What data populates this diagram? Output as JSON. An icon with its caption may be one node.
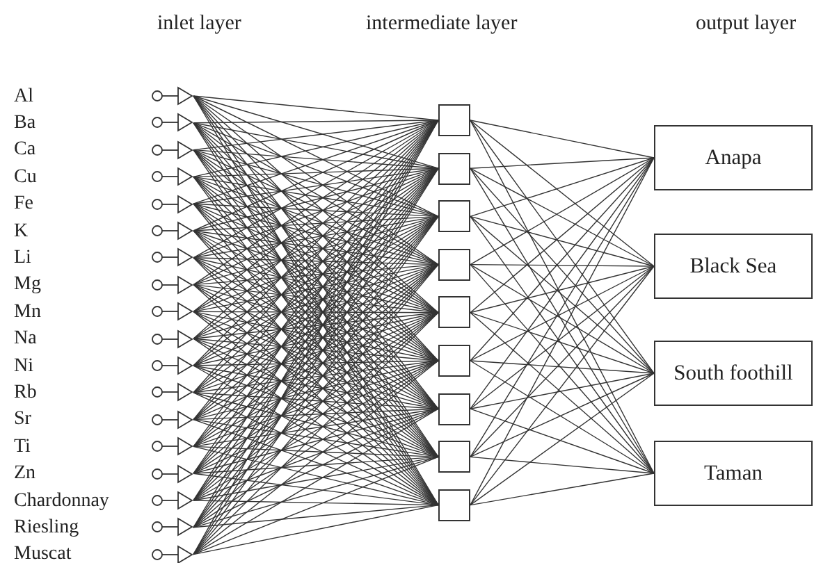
{
  "diagram": {
    "nodes": [
      {
        "text": [
          "Al"
        ]
      },
      {
        "text": [
          "Ba"
        ]
      },
      {
        "text": [
          "Ca"
        ]
      },
      {
        "text": [
          "Cu"
        ]
      },
      {
        "text": [
          "Fe"
        ]
      },
      {
        "text": [
          "K"
        ]
      },
      {
        "text": [
          "Li"
        ]
      },
      {
        "text": [
          "Mg"
        ]
      },
      {
        "text": [
          "Mn"
        ]
      },
      {
        "text": [
          "Na"
        ]
      },
      {
        "text": [
          "Ni"
        ]
      },
      {
        "text": [
          "Rb"
        ]
      },
      {
        "text": [
          "Sr"
        ]
      },
      {
        "text": [
          "Ti"
        ]
      },
      {
        "text": [
          "Zn"
        ]
      },
      {
        "text": [
          "Chardonnay"
        ]
      },
      {
        "text": [
          "Riesling"
        ]
      },
      {
        "text": [
          "Muscat"
        ]
      },
      {
        "text": [],
        "shape": "box"
      },
      {
        "text": [],
        "shape": "box"
      },
      {
        "text": [],
        "shape": "box"
      },
      {
        "text": [],
        "shape": "box"
      },
      {
        "text": [],
        "shape": "box"
      },
      {
        "text": [],
        "shape": "box"
      },
      {
        "text": [],
        "shape": "box"
      },
      {
        "text": [],
        "shape": "box"
      },
      {
        "text": [],
        "shape": "box"
      },
      {
        "text": [
          "Anapa"
        ]
      },
      {
        "text": [
          "Black Sea"
        ]
      },
      {
        "text": [
          "South foothill"
        ]
      },
      {
        "text": [
          "Taman"
        ]
      }
    ],
    "edges": [
      {
        "from": 0,
        "to": 18,
        "arrow": "none"
      },
      {
        "from": 0,
        "to": 19,
        "arrow": "none"
      },
      {
        "from": 0,
        "to": 20,
        "arrow": "none"
      },
      {
        "from": 0,
        "to": 21,
        "arrow": "none"
      },
      {
        "from": 0,
        "to": 22,
        "arrow": "none"
      },
      {
        "from": 0,
        "to": 23,
        "arrow": "none"
      },
      {
        "from": 0,
        "to": 24,
        "arrow": "none"
      },
      {
        "from": 0,
        "to": 25,
        "arrow": "none"
      },
      {
        "from": 0,
        "to": 26,
        "arrow": "none"
      },
      {
        "from": 1,
        "to": 18,
        "arrow": "none"
      },
      {
        "from": 1,
        "to": 19,
        "arrow": "none"
      },
      {
        "from": 1,
        "to": 20,
        "arrow": "none"
      },
      {
        "from": 1,
        "to": 21,
        "arrow": "none"
      },
      {
        "from": 1,
        "to": 22,
        "arrow": "none"
      },
      {
        "from": 1,
        "to": 23,
        "arrow": "none"
      },
      {
        "from": 1,
        "to": 24,
        "arrow": "none"
      },
      {
        "from": 1,
        "to": 25,
        "arrow": "none"
      },
      {
        "from": 1,
        "to": 26,
        "arrow": "none"
      },
      {
        "from": 2,
        "to": 18,
        "arrow": "none"
      },
      {
        "from": 2,
        "to": 19,
        "arrow": "none"
      },
      {
        "from": 2,
        "to": 20,
        "arrow": "none"
      },
      {
        "from": 2,
        "to": 21,
        "arrow": "none"
      },
      {
        "from": 2,
        "to": 22,
        "arrow": "none"
      },
      {
        "from": 2,
        "to": 23,
        "arrow": "none"
      },
      {
        "from": 2,
        "to": 24,
        "arrow": "none"
      },
      {
        "from": 2,
        "to": 25,
        "arrow": "none"
      },
      {
        "from": 2,
        "to": 26,
        "arrow": "none"
      },
      {
        "from": 3,
        "to": 18,
        "arrow": "none"
      },
      {
        "from": 3,
        "to": 19,
        "arrow": "none"
      },
      {
        "from": 3,
        "to": 20,
        "arrow": "none"
      },
      {
        "from": 3,
        "to": 21,
        "arrow": "none"
      },
      {
        "from": 3,
        "to": 22,
        "arrow": "none"
      },
      {
        "from": 3,
        "to": 23,
        "arrow": "none"
      },
      {
        "from": 3,
        "to": 24,
        "arrow": "none"
      },
      {
        "from": 3,
        "to": 25,
        "arrow": "none"
      },
      {
        "from": 3,
        "to": 26,
        "arrow": "none"
      },
      {
        "from": 4,
        "to": 18,
        "arrow": "none"
      },
      {
        "from": 4,
        "to": 19,
        "arrow": "none"
      },
      {
        "from": 4,
        "to": 20,
        "arrow": "none"
      },
      {
        "from": 4,
        "to": 21,
        "arrow": "none"
      },
      {
        "from": 4,
        "to": 22,
        "arrow": "none"
      },
      {
        "from": 4,
        "to": 23,
        "arrow": "none"
      },
      {
        "from": 4,
        "to": 24,
        "arrow": "none"
      },
      {
        "from": 4,
        "to": 25,
        "arrow": "none"
      },
      {
        "from": 4,
        "to": 26,
        "arrow": "none"
      },
      {
        "from": 5,
        "to": 18,
        "arrow": "none"
      },
      {
        "from": 5,
        "to": 19,
        "arrow": "none"
      },
      {
        "from": 5,
        "to": 20,
        "arrow": "none"
      },
      {
        "from": 5,
        "to": 21,
        "arrow": "none"
      },
      {
        "from": 5,
        "to": 22,
        "arrow": "none"
      },
      {
        "from": 5,
        "to": 23,
        "arrow": "none"
      },
      {
        "from": 5,
        "to": 24,
        "arrow": "none"
      },
      {
        "from": 5,
        "to": 25,
        "arrow": "none"
      },
      {
        "from": 5,
        "to": 26,
        "arrow": "none"
      },
      {
        "from": 6,
        "to": 18,
        "arrow": "none"
      },
      {
        "from": 6,
        "to": 19,
        "arrow": "none"
      },
      {
        "from": 6,
        "to": 20,
        "arrow": "none"
      },
      {
        "from": 6,
        "to": 21,
        "arrow": "none"
      },
      {
        "from": 6,
        "to": 22,
        "arrow": "none"
      },
      {
        "from": 6,
        "to": 23,
        "arrow": "none"
      },
      {
        "from": 6,
        "to": 24,
        "arrow": "none"
      },
      {
        "from": 6,
        "to": 25,
        "arrow": "none"
      },
      {
        "from": 6,
        "to": 26,
        "arrow": "none"
      },
      {
        "from": 7,
        "to": 18,
        "arrow": "none"
      },
      {
        "from": 7,
        "to": 19,
        "arrow": "none"
      },
      {
        "from": 7,
        "to": 20,
        "arrow": "none"
      },
      {
        "from": 7,
        "to": 21,
        "arrow": "none"
      },
      {
        "from": 7,
        "to": 22,
        "arrow": "none"
      },
      {
        "from": 7,
        "to": 23,
        "arrow": "none"
      },
      {
        "from": 7,
        "to": 24,
        "arrow": "none"
      },
      {
        "from": 7,
        "to": 25,
        "arrow": "none"
      },
      {
        "from": 7,
        "to": 26,
        "arrow": "none"
      },
      {
        "from": 8,
        "to": 18,
        "arrow": "none"
      },
      {
        "from": 8,
        "to": 19,
        "arrow": "none"
      },
      {
        "from": 8,
        "to": 20,
        "arrow": "none"
      },
      {
        "from": 8,
        "to": 21,
        "arrow": "none"
      },
      {
        "from": 8,
        "to": 22,
        "arrow": "none"
      },
      {
        "from": 8,
        "to": 23,
        "arrow": "none"
      },
      {
        "from": 8,
        "to": 24,
        "arrow": "none"
      },
      {
        "from": 8,
        "to": 25,
        "arrow": "none"
      },
      {
        "from": 8,
        "to": 26,
        "arrow": "none"
      },
      {
        "from": 9,
        "to": 18,
        "arrow": "none"
      },
      {
        "from": 9,
        "to": 19,
        "arrow": "none"
      },
      {
        "from": 9,
        "to": 20,
        "arrow": "none"
      },
      {
        "from": 9,
        "to": 21,
        "arrow": "none"
      },
      {
        "from": 9,
        "to": 22,
        "arrow": "none"
      },
      {
        "from": 9,
        "to": 23,
        "arrow": "none"
      },
      {
        "from": 9,
        "to": 24,
        "arrow": "none"
      },
      {
        "from": 9,
        "to": 25,
        "arrow": "none"
      },
      {
        "from": 9,
        "to": 26,
        "arrow": "none"
      },
      {
        "from": 10,
        "to": 18,
        "arrow": "none"
      },
      {
        "from": 10,
        "to": 19,
        "arrow": "none"
      },
      {
        "from": 10,
        "to": 20,
        "arrow": "none"
      },
      {
        "from": 10,
        "to": 21,
        "arrow": "none"
      },
      {
        "from": 10,
        "to": 22,
        "arrow": "none"
      },
      {
        "from": 10,
        "to": 23,
        "arrow": "none"
      },
      {
        "from": 10,
        "to": 24,
        "arrow": "none"
      },
      {
        "from": 10,
        "to": 25,
        "arrow": "none"
      },
      {
        "from": 10,
        "to": 26,
        "arrow": "none"
      },
      {
        "from": 11,
        "to": 18,
        "arrow": "none"
      },
      {
        "from": 11,
        "to": 19,
        "arrow": "none"
      },
      {
        "from": 11,
        "to": 20,
        "arrow": "none"
      },
      {
        "from": 11,
        "to": 21,
        "arrow": "none"
      },
      {
        "from": 11,
        "to": 22,
        "arrow": "none"
      },
      {
        "from": 11,
        "to": 23,
        "arrow": "none"
      },
      {
        "from": 11,
        "to": 24,
        "arrow": "none"
      },
      {
        "from": 11,
        "to": 25,
        "arrow": "none"
      },
      {
        "from": 11,
        "to": 26,
        "arrow": "none"
      },
      {
        "from": 12,
        "to": 18,
        "arrow": "none"
      },
      {
        "from": 12,
        "to": 19,
        "arrow": "none"
      },
      {
        "from": 12,
        "to": 20,
        "arrow": "none"
      },
      {
        "from": 12,
        "to": 21,
        "arrow": "none"
      },
      {
        "from": 12,
        "to": 22,
        "arrow": "none"
      },
      {
        "from": 12,
        "to": 23,
        "arrow": "none"
      },
      {
        "from": 12,
        "to": 24,
        "arrow": "none"
      },
      {
        "from": 12,
        "to": 25,
        "arrow": "none"
      },
      {
        "from": 12,
        "to": 26,
        "arrow": "none"
      },
      {
        "from": 13,
        "to": 18,
        "arrow": "none"
      },
      {
        "from": 13,
        "to": 19,
        "arrow": "none"
      },
      {
        "from": 13,
        "to": 20,
        "arrow": "none"
      },
      {
        "from": 13,
        "to": 21,
        "arrow": "none"
      },
      {
        "from": 13,
        "to": 22,
        "arrow": "none"
      },
      {
        "from": 13,
        "to": 23,
        "arrow": "none"
      },
      {
        "from": 13,
        "to": 24,
        "arrow": "none"
      },
      {
        "from": 13,
        "to": 25,
        "arrow": "none"
      },
      {
        "from": 13,
        "to": 26,
        "arrow": "none"
      },
      {
        "from": 14,
        "to": 18,
        "arrow": "none"
      },
      {
        "from": 14,
        "to": 19,
        "arrow": "none"
      },
      {
        "from": 14,
        "to": 20,
        "arrow": "none"
      },
      {
        "from": 14,
        "to": 21,
        "arrow": "none"
      },
      {
        "from": 14,
        "to": 22,
        "arrow": "none"
      },
      {
        "from": 14,
        "to": 23,
        "arrow": "none"
      },
      {
        "from": 14,
        "to": 24,
        "arrow": "none"
      },
      {
        "from": 14,
        "to": 25,
        "arrow": "none"
      },
      {
        "from": 14,
        "to": 26,
        "arrow": "none"
      },
      {
        "from": 15,
        "to": 18,
        "arrow": "none"
      },
      {
        "from": 15,
        "to": 19,
        "arrow": "none"
      },
      {
        "from": 15,
        "to": 20,
        "arrow": "none"
      },
      {
        "from": 15,
        "to": 21,
        "arrow": "none"
      },
      {
        "from": 15,
        "to": 22,
        "arrow": "none"
      },
      {
        "from": 15,
        "to": 23,
        "arrow": "none"
      },
      {
        "from": 15,
        "to": 24,
        "arrow": "none"
      },
      {
        "from": 15,
        "to": 25,
        "arrow": "none"
      },
      {
        "from": 15,
        "to": 26,
        "arrow": "none"
      },
      {
        "from": 16,
        "to": 18,
        "arrow": "none"
      },
      {
        "from": 16,
        "to": 19,
        "arrow": "none"
      },
      {
        "from": 16,
        "to": 20,
        "arrow": "none"
      },
      {
        "from": 16,
        "to": 21,
        "arrow": "none"
      },
      {
        "from": 16,
        "to": 22,
        "arrow": "none"
      },
      {
        "from": 16,
        "to": 23,
        "arrow": "none"
      },
      {
        "from": 16,
        "to": 24,
        "arrow": "none"
      },
      {
        "from": 16,
        "to": 25,
        "arrow": "none"
      },
      {
        "from": 16,
        "to": 26,
        "arrow": "none"
      },
      {
        "from": 17,
        "to": 18,
        "arrow": "none"
      },
      {
        "from": 17,
        "to": 19,
        "arrow": "none"
      },
      {
        "from": 17,
        "to": 20,
        "arrow": "none"
      },
      {
        "from": 17,
        "to": 21,
        "arrow": "none"
      },
      {
        "from": 17,
        "to": 22,
        "arrow": "none"
      },
      {
        "from": 17,
        "to": 23,
        "arrow": "none"
      },
      {
        "from": 17,
        "to": 24,
        "arrow": "none"
      },
      {
        "from": 17,
        "to": 25,
        "arrow": "none"
      },
      {
        "from": 17,
        "to": 26,
        "arrow": "none"
      },
      {
        "from": 18,
        "to": 27,
        "arrow": "none"
      },
      {
        "from": 18,
        "to": 28,
        "arrow": "none"
      },
      {
        "from": 18,
        "to": 29,
        "arrow": "none"
      },
      {
        "from": 18,
        "to": 30,
        "arrow": "none"
      },
      {
        "from": 19,
        "to": 27,
        "arrow": "none"
      },
      {
        "from": 19,
        "to": 28,
        "arrow": "none"
      },
      {
        "from": 19,
        "to": 29,
        "arrow": "none"
      },
      {
        "from": 19,
        "to": 30,
        "arrow": "none"
      },
      {
        "from": 20,
        "to": 27,
        "arrow": "none"
      },
      {
        "from": 20,
        "to": 28,
        "arrow": "none"
      },
      {
        "from": 20,
        "to": 29,
        "arrow": "none"
      },
      {
        "from": 20,
        "to": 30,
        "arrow": "none"
      },
      {
        "from": 21,
        "to": 27,
        "arrow": "none"
      },
      {
        "from": 21,
        "to": 28,
        "arrow": "none"
      },
      {
        "from": 21,
        "to": 29,
        "arrow": "none"
      },
      {
        "from": 21,
        "to": 30,
        "arrow": "none"
      },
      {
        "from": 22,
        "to": 27,
        "arrow": "none"
      },
      {
        "from": 22,
        "to": 28,
        "arrow": "none"
      },
      {
        "from": 22,
        "to": 29,
        "arrow": "none"
      },
      {
        "from": 22,
        "to": 30,
        "arrow": "none"
      },
      {
        "from": 23,
        "to": 27,
        "arrow": "none"
      },
      {
        "from": 23,
        "to": 28,
        "arrow": "none"
      },
      {
        "from": 23,
        "to": 29,
        "arrow": "none"
      },
      {
        "from": 23,
        "to": 30,
        "arrow": "none"
      },
      {
        "from": 24,
        "to": 27,
        "arrow": "none"
      },
      {
        "from": 24,
        "to": 28,
        "arrow": "none"
      },
      {
        "from": 24,
        "to": 29,
        "arrow": "none"
      },
      {
        "from": 24,
        "to": 30,
        "arrow": "none"
      },
      {
        "from": 25,
        "to": 27,
        "arrow": "none"
      },
      {
        "from": 25,
        "to": 28,
        "arrow": "none"
      },
      {
        "from": 25,
        "to": 29,
        "arrow": "none"
      },
      {
        "from": 25,
        "to": 30,
        "arrow": "none"
      },
      {
        "from": 26,
        "to": 27,
        "arrow": "none"
      },
      {
        "from": 26,
        "to": 28,
        "arrow": "none"
      },
      {
        "from": 26,
        "to": 29,
        "arrow": "none"
      },
      {
        "from": 26,
        "to": 30,
        "arrow": "none"
      }
    ],
    "labels": [
      "inlet layer",
      "intermediate layer",
      "output layer"
    ]
  }
}
